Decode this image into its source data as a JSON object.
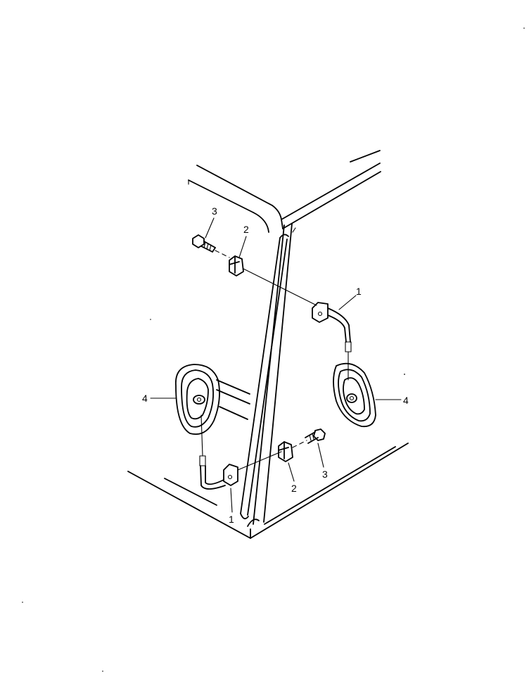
{
  "callouts": [
    {
      "id": "c1-upper",
      "text": "1"
    },
    {
      "id": "c1-lower",
      "text": "1"
    },
    {
      "id": "c2-upper",
      "text": "2"
    },
    {
      "id": "c2-lower",
      "text": "2"
    },
    {
      "id": "c3-upper",
      "text": "3"
    },
    {
      "id": "c3-lower",
      "text": "3"
    },
    {
      "id": "c4-left",
      "text": "4"
    },
    {
      "id": "c4-right",
      "text": "4"
    }
  ],
  "colors": {
    "ink": "#000000",
    "paper": "#ffffff"
  }
}
